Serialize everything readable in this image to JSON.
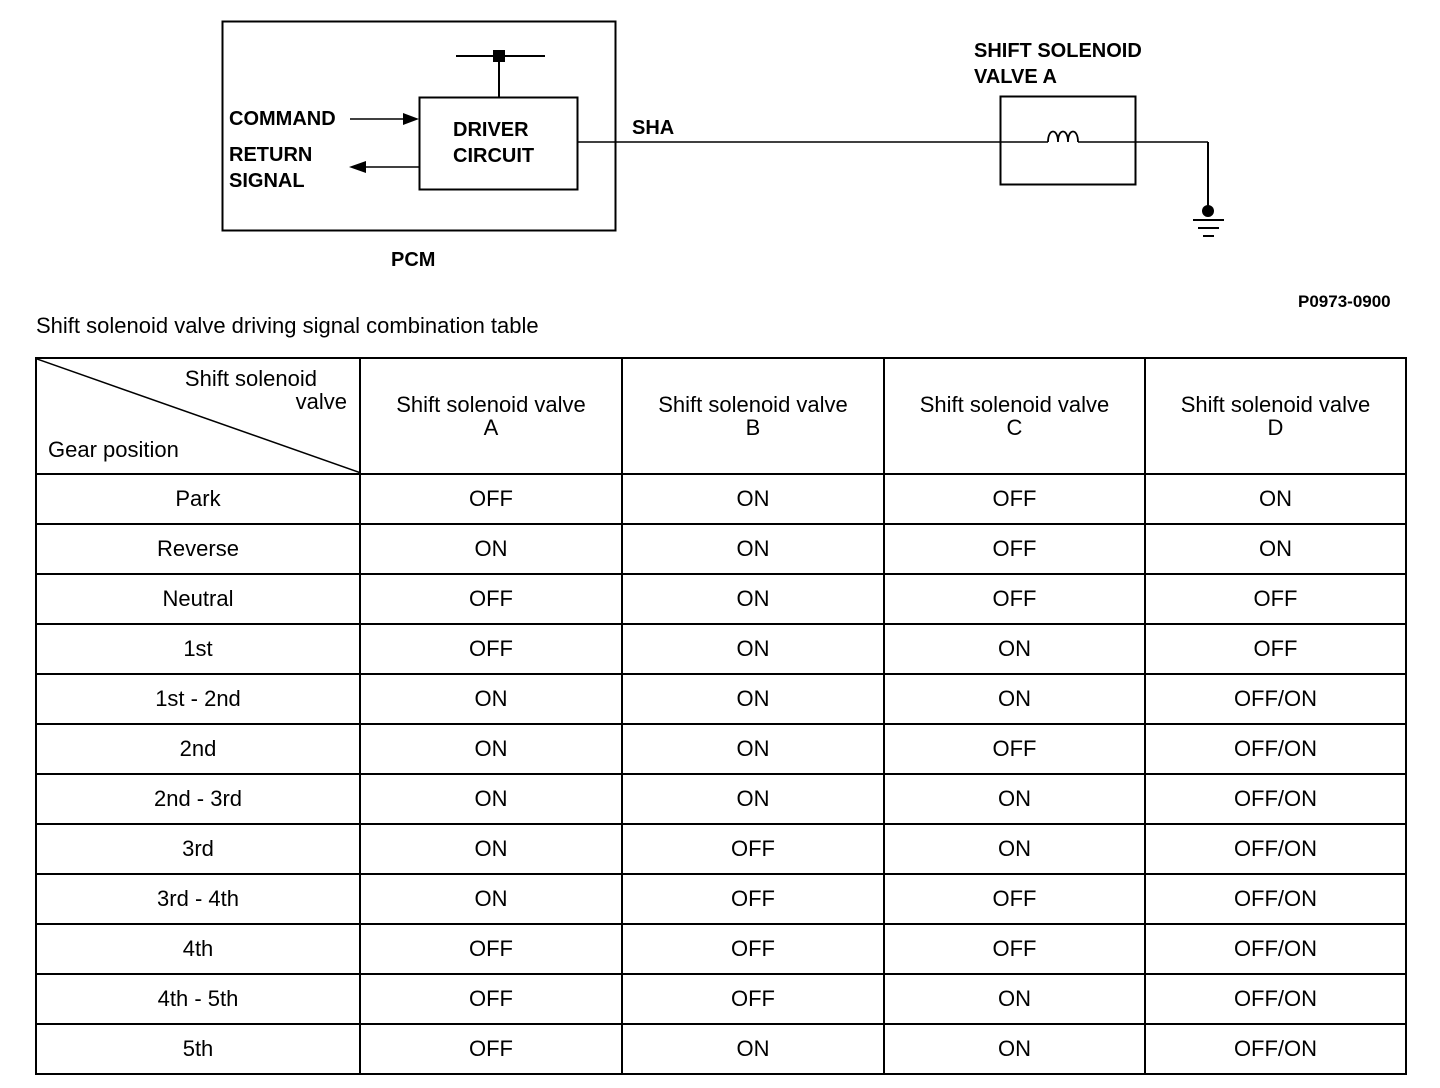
{
  "diagram": {
    "pcm_label": "PCM",
    "driver_circuit": [
      "DRIVER",
      "CIRCUIT"
    ],
    "command_label": "COMMAND",
    "return_signal": [
      "RETURN",
      "SIGNAL"
    ],
    "wire_label": "SHA",
    "solenoid_label": [
      "SHIFT SOLENOID",
      "VALVE A"
    ],
    "figure_ref": "P0973-0900"
  },
  "table": {
    "title": "Shift solenoid valve driving signal combination table",
    "corner_top": [
      "Shift solenoid",
      "valve"
    ],
    "corner_bottom": "Gear position",
    "columns": [
      [
        "Shift solenoid valve",
        "A"
      ],
      [
        "Shift solenoid valve",
        "B"
      ],
      [
        "Shift solenoid valve",
        "C"
      ],
      [
        "Shift solenoid valve",
        "D"
      ]
    ],
    "rows": [
      {
        "gear": "Park",
        "values": [
          "OFF",
          "ON",
          "OFF",
          "ON"
        ]
      },
      {
        "gear": "Reverse",
        "values": [
          "ON",
          "ON",
          "OFF",
          "ON"
        ]
      },
      {
        "gear": "Neutral",
        "values": [
          "OFF",
          "ON",
          "OFF",
          "OFF"
        ]
      },
      {
        "gear": "1st",
        "values": [
          "OFF",
          "ON",
          "ON",
          "OFF"
        ]
      },
      {
        "gear": "1st - 2nd",
        "values": [
          "ON",
          "ON",
          "ON",
          "OFF/ON"
        ]
      },
      {
        "gear": "2nd",
        "values": [
          "ON",
          "ON",
          "OFF",
          "OFF/ON"
        ]
      },
      {
        "gear": "2nd - 3rd",
        "values": [
          "ON",
          "ON",
          "ON",
          "OFF/ON"
        ]
      },
      {
        "gear": "3rd",
        "values": [
          "ON",
          "OFF",
          "ON",
          "OFF/ON"
        ]
      },
      {
        "gear": "3rd - 4th",
        "values": [
          "ON",
          "OFF",
          "OFF",
          "OFF/ON"
        ]
      },
      {
        "gear": "4th",
        "values": [
          "OFF",
          "OFF",
          "OFF",
          "OFF/ON"
        ]
      },
      {
        "gear": "4th - 5th",
        "values": [
          "OFF",
          "OFF",
          "ON",
          "OFF/ON"
        ]
      },
      {
        "gear": "5th",
        "values": [
          "OFF",
          "ON",
          "ON",
          "OFF/ON"
        ]
      }
    ]
  }
}
